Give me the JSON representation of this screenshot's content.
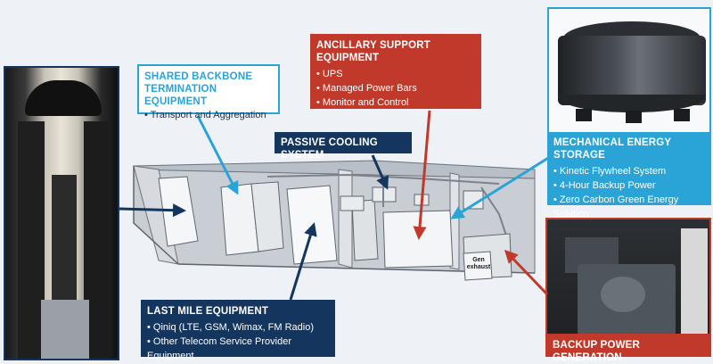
{
  "callouts": {
    "shared_backbone": {
      "title_line1": "SHARED BACKBONE",
      "title_line2": "TERMINATION EQUIPMENT",
      "items": [
        "Transport and Aggregation"
      ]
    },
    "ancillary": {
      "title": "ANCILLARY SUPPORT EQUIPMENT",
      "items": [
        "UPS",
        "Managed Power Bars",
        "Monitor and Control"
      ]
    },
    "passive_cooling": {
      "title": "PASSIVE COOLING SYSTEM"
    },
    "mechanical": {
      "title": "MECHANICAL ENERGY STORAGE",
      "items": [
        "Kinetic Flywheel System",
        "4-Hour Backup Power",
        "Zero Carbon Green Energy Solution"
      ]
    },
    "last_mile": {
      "title": "LAST MILE EQUIPMENT",
      "items": [
        "Qiniq (LTE, GSM, Wimax, FM Radio)",
        "Other Telecom Service Provider Equipment"
      ]
    },
    "backup_power": {
      "title": "BACKUP POWER GENERATION"
    }
  },
  "container_label": "Gen\nexhaust",
  "colors": {
    "blue": "#2aa3d6",
    "navy": "#14365e",
    "red": "#c0392b"
  }
}
